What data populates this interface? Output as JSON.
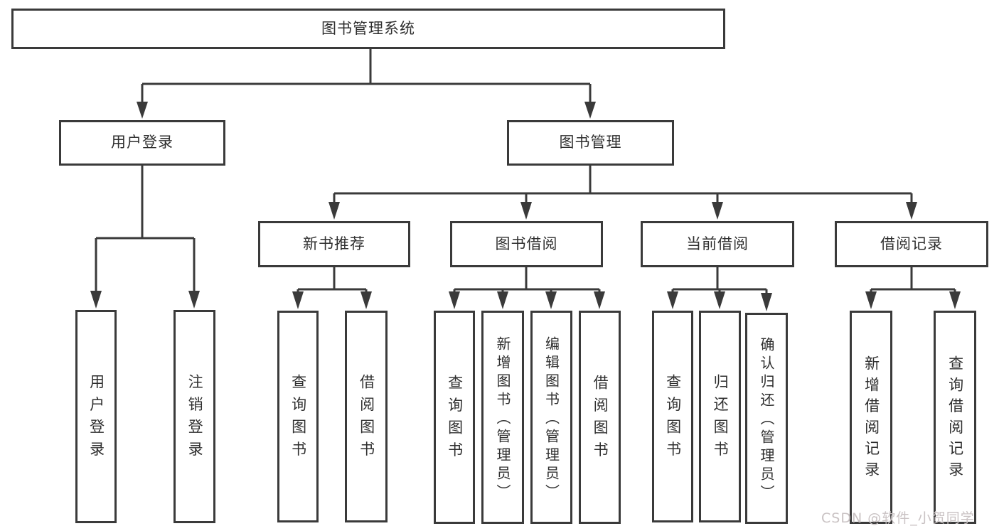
{
  "diagram": {
    "title": "图书管理系统",
    "line_color": "#3a3a3a",
    "background": "#ffffff",
    "nodes": {
      "root": "图书管理系统",
      "user_login": "用户登录",
      "book_mgmt": "图书管理",
      "user_login_leaf": "用户登录",
      "logout_leaf": "注销登录",
      "new_book_rec": "新书推荐",
      "book_borrow": "图书借阅",
      "current_borrow": "当前借阅",
      "borrow_record": "借阅记录",
      "query_book_1": "查询图书",
      "borrow_book_1": "借阅图书",
      "query_book_2": "查询图书",
      "add_book_admin": "新增图书（管理员）",
      "edit_book_admin": "编辑图书（管理员）",
      "borrow_book_2": "借阅图书",
      "query_book_3": "查询图书",
      "return_book": "归还图书",
      "confirm_return_admin": "确认归还（管理员）",
      "add_borrow_record": "新增借阅记录",
      "query_borrow_record": "查询借阅记录"
    },
    "hierarchy": {
      "图书管理系统": {
        "用户登录": [
          "用户登录",
          "注销登录"
        ],
        "图书管理": {
          "新书推荐": [
            "查询图书",
            "借阅图书"
          ],
          "图书借阅": [
            "查询图书",
            "新增图书（管理员）",
            "编辑图书（管理员）",
            "借阅图书"
          ],
          "当前借阅": [
            "查询图书",
            "归还图书",
            "确认归还（管理员）"
          ],
          "借阅记录": [
            "新增借阅记录",
            "查询借阅记录"
          ]
        }
      }
    }
  },
  "watermark": {
    "text": "CSDN @软件_小贺同学",
    "color": "#c9c2c3"
  }
}
